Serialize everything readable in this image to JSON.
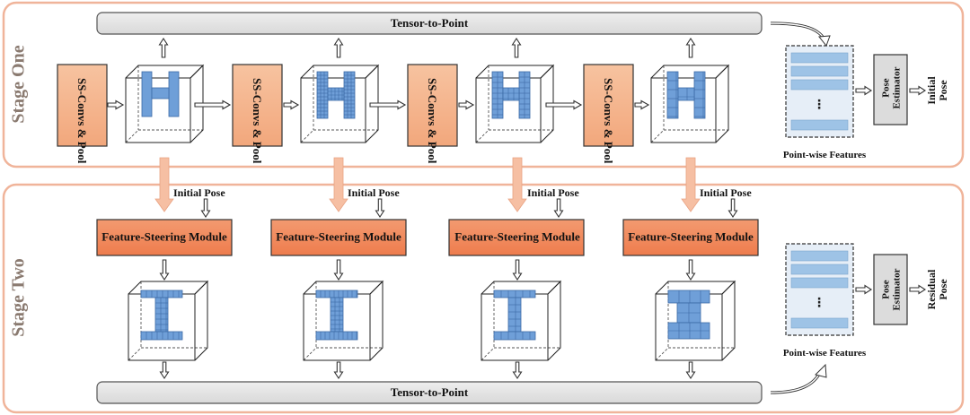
{
  "colors": {
    "stage_border": "#f0b49a",
    "ss_fill": "#f2a77c",
    "fsm_fill": "#ee7c4d",
    "bar_fill": "#d9d9d9",
    "block_fill": "#6f9fd8",
    "block_edge": "#3c6aa6",
    "feature_bg": "#e6eef7",
    "feature_bar": "#9ec3e6",
    "down_arrow": "#f6bfa3"
  },
  "stage_one": {
    "label": "Stage One",
    "tensor_to_point": "Tensor-to-Point",
    "ss_blocks": [
      {
        "label": "SS-Convs & Pool"
      },
      {
        "label": "SS-Convs & Pool"
      },
      {
        "label": "SS-Convs & Pool"
      },
      {
        "label": "SS-Convs & Pool"
      }
    ],
    "point_wise_features": "Point-wise Features",
    "feature_dots": "⋮",
    "pose_estimator": "Pose Estimator",
    "output": "Initial Pose"
  },
  "stage_two": {
    "label": "Stage Two",
    "tensor_to_point": "Tensor-to-Point",
    "initial_pose_labels": [
      "Initial Pose",
      "Initial Pose",
      "Initial Pose",
      "Initial Pose"
    ],
    "fsm_blocks": [
      {
        "label": "Feature-Steering Module"
      },
      {
        "label": "Feature-Steering Module"
      },
      {
        "label": "Feature-Steering Module"
      },
      {
        "label": "Feature-Steering Module"
      }
    ],
    "point_wise_features": "Point-wise Features",
    "feature_dots": "⋮",
    "pose_estimator": "Pose Estimator",
    "output": "Residual Pose"
  }
}
